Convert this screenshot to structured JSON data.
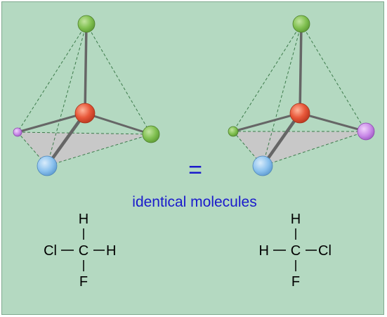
{
  "equals_sign": "=",
  "caption": "identical molecules",
  "caption_color": "#1a1acc",
  "colors": {
    "background": "#b4d9c1",
    "border": "#7faa8f",
    "center_atom": "#e8583a",
    "green_atom": "#7fbf4f",
    "blue_atom": "#8cc2ee",
    "purple_atom": "#c98ae8",
    "face_fill": "#c8c8c8",
    "bond": "#666666",
    "dashed_edge": "#3c7a4a"
  },
  "left_molecule": {
    "atoms": {
      "top": "green",
      "left": "purple",
      "right": "green",
      "front": "blue"
    },
    "formula": {
      "top": "H",
      "left": "Cl",
      "center": "C",
      "right": "H",
      "bottom": "F"
    }
  },
  "right_molecule": {
    "atoms": {
      "top": "green",
      "left": "green",
      "right": "purple",
      "front": "blue"
    },
    "formula": {
      "top": "H",
      "left": "H",
      "center": "C",
      "right": "Cl",
      "bottom": "F"
    }
  }
}
